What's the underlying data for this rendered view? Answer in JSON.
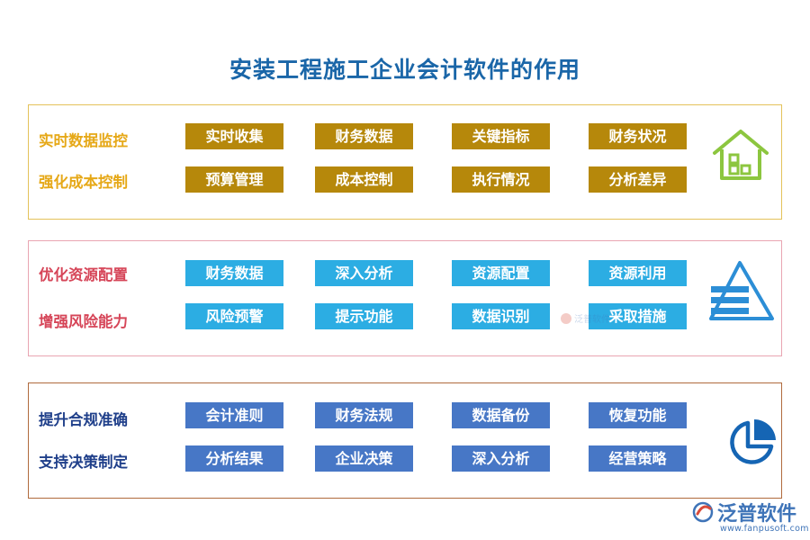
{
  "title": "安装工程施工企业会计软件的作用",
  "sections": [
    {
      "icon": "home-icon",
      "color": "#e6a817",
      "rows": [
        {
          "label": "实时数据监控",
          "tags": [
            "实时收集",
            "财务数据",
            "关键指标",
            "财务状况"
          ]
        },
        {
          "label": "强化成本控制",
          "tags": [
            "预算管理",
            "成本控制",
            "执行情况",
            "分析差异"
          ]
        }
      ]
    },
    {
      "icon": "pyramid-chart-icon",
      "color": "#d64558",
      "rows": [
        {
          "label": "优化资源配置",
          "tags": [
            "财务数据",
            "深入分析",
            "资源配置",
            "资源利用"
          ]
        },
        {
          "label": "增强风险能力",
          "tags": [
            "风险预警",
            "提示功能",
            "数据识别",
            "采取措施"
          ]
        }
      ]
    },
    {
      "icon": "pie-chart-icon",
      "color": "#1f3f8a",
      "rows": [
        {
          "label": "提升合规准确",
          "tags": [
            "会计准则",
            "财务法规",
            "数据备份",
            "恢复功能"
          ]
        },
        {
          "label": "支持决策制定",
          "tags": [
            "分析结果",
            "企业决策",
            "深入分析",
            "经营策略"
          ]
        }
      ]
    }
  ],
  "watermark": {
    "brand": "泛普软件",
    "url": "www.fanpusoft.com"
  }
}
